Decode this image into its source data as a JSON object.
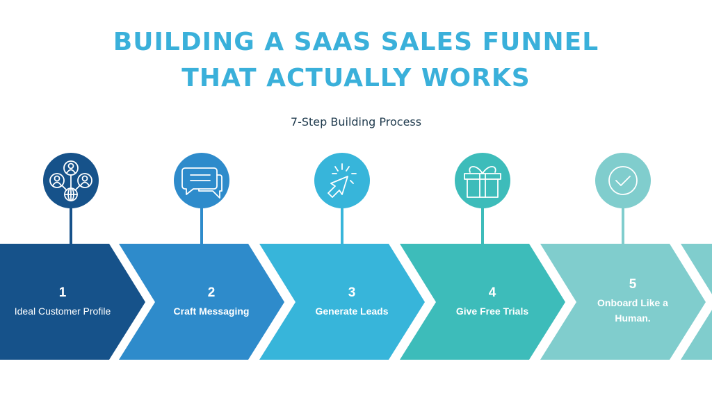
{
  "title_line1": "BUILDING A SAAS SALES FUNNEL",
  "title_line2": "THAT ACTUALLY WORKS",
  "subtitle": "7-Step Building Process",
  "steps": [
    {
      "number": "1",
      "label": "Ideal Customer Profile",
      "icon": "people-network-icon",
      "color": "#16528a"
    },
    {
      "number": "2",
      "label": "Craft Messaging",
      "icon": "chat-bubbles-icon",
      "color": "#2e8bcb"
    },
    {
      "number": "3",
      "label": "Generate Leads",
      "icon": "cursor-click-icon",
      "color": "#37b5da"
    },
    {
      "number": "4",
      "label": "Give Free Trials",
      "icon": "gift-icon",
      "color": "#3dbcba"
    },
    {
      "number": "5",
      "label": "Onboard Like a Human.",
      "icon": "check-circle-icon",
      "color": "#80cdcd"
    },
    {
      "color": "#80cdcd"
    }
  ]
}
